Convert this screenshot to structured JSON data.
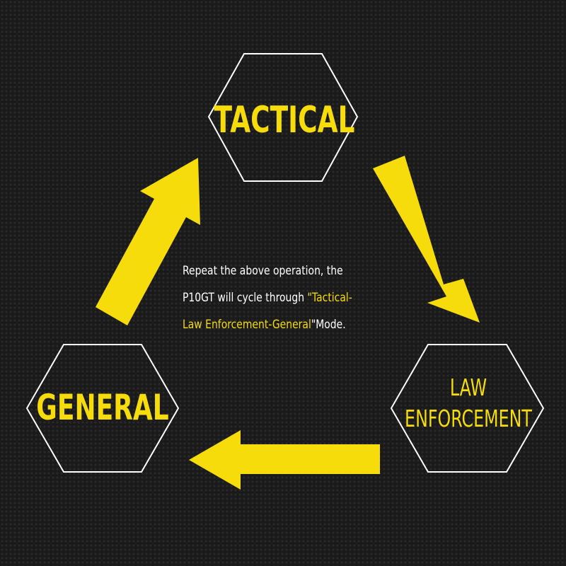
{
  "colors": {
    "background": "#1a1a1a",
    "accent_yellow": "#f5dc0a",
    "hex_outline": "#ffffff",
    "caption_text": "#ffffff"
  },
  "modes": {
    "tactical": "TACTICAL",
    "law_line1": "LAW",
    "law_line2": "ENFORCEMENT",
    "general": "GENERAL"
  },
  "caption": {
    "line1": "Repeat the above operation, the",
    "line2_plain": "P10GT will cycle through ",
    "line2_highlight": "\"Tactical-",
    "line3_highlight": "Law Enforcement-General",
    "line3_plain": "\"Mode."
  },
  "arrows": [
    {
      "name": "general-to-tactical",
      "direction": "up-right"
    },
    {
      "name": "tactical-to-law-enforcement",
      "direction": "down-right"
    },
    {
      "name": "law-enforcement-to-general",
      "direction": "left"
    }
  ]
}
